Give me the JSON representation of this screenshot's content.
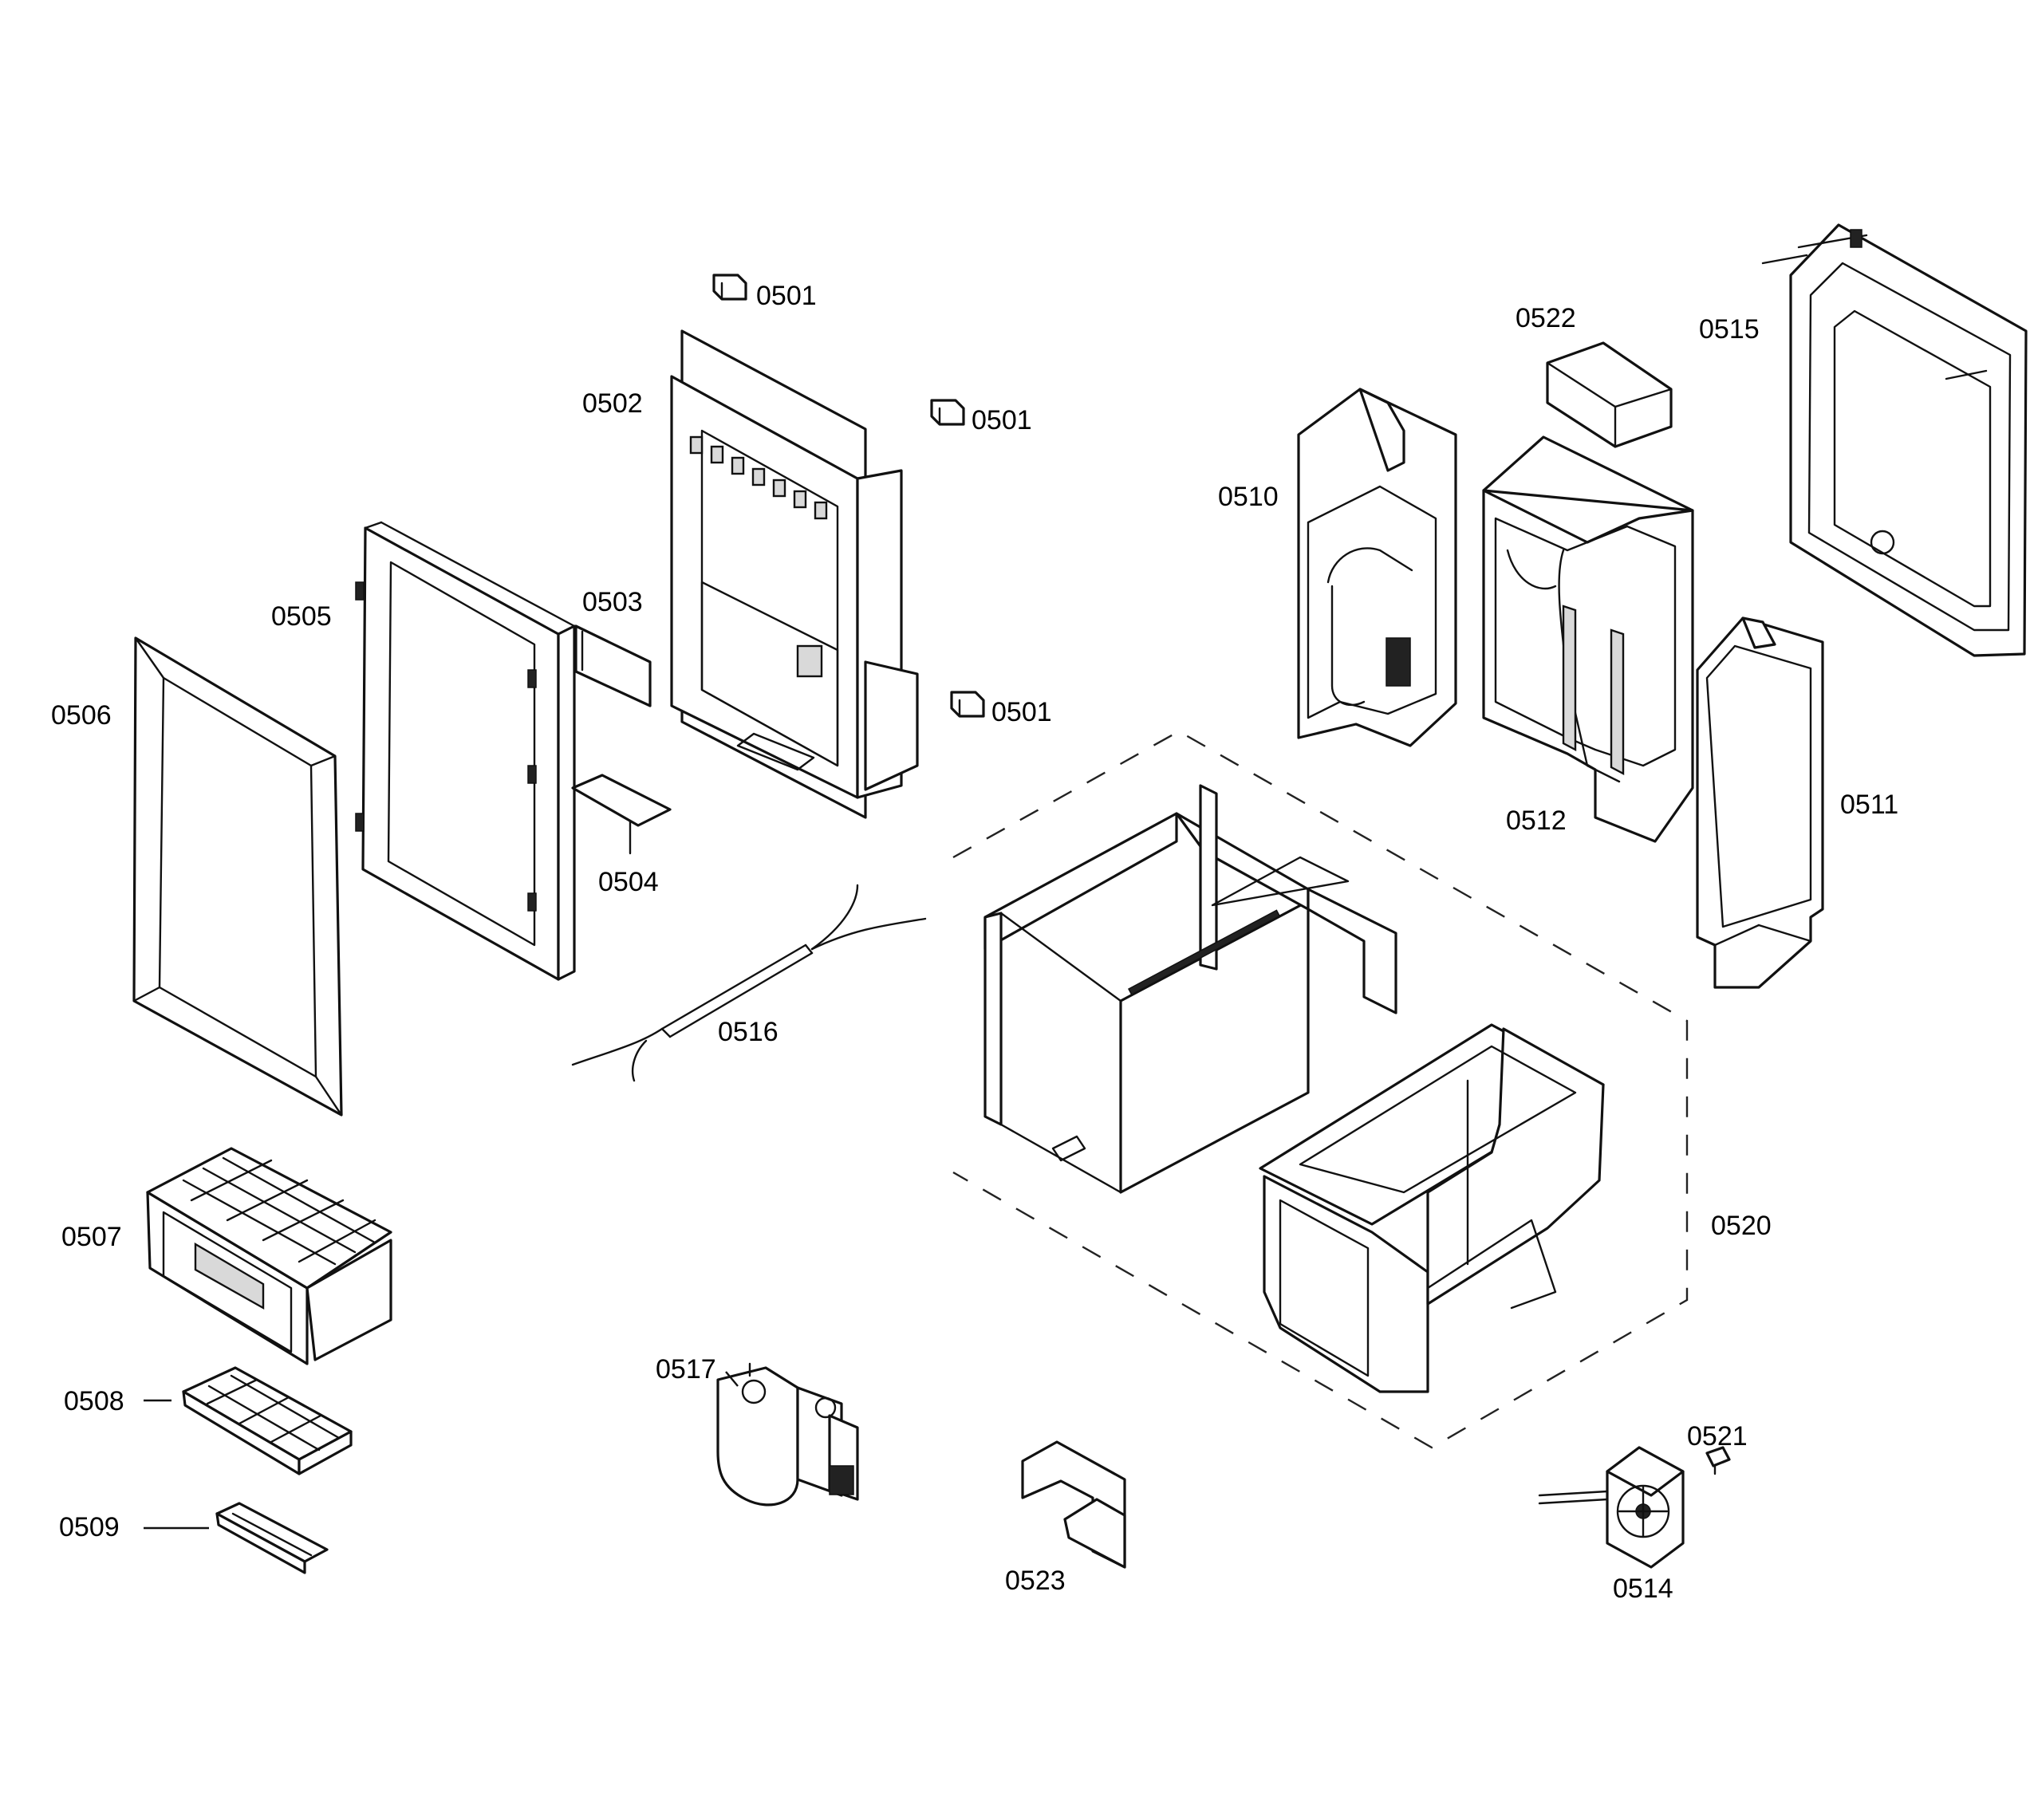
{
  "callouts": {
    "c0501a": "0501",
    "c0501b": "0501",
    "c0501c": "0501",
    "c0502": "0502",
    "c0503": "0503",
    "c0504": "0504",
    "c0505": "0505",
    "c0506": "0506",
    "c0507": "0507",
    "c0508": "0508",
    "c0509": "0509",
    "c0510": "0510",
    "c0511": "0511",
    "c0512": "0512",
    "c0514": "0514",
    "c0515": "0515",
    "c0516": "0516",
    "c0517": "0517",
    "c0520": "0520",
    "c0521": "0521",
    "c0522": "0522",
    "c0523": "0523"
  },
  "colors": {
    "line": "#111111",
    "background": "#ffffff",
    "shade": "#d9d9d9"
  }
}
